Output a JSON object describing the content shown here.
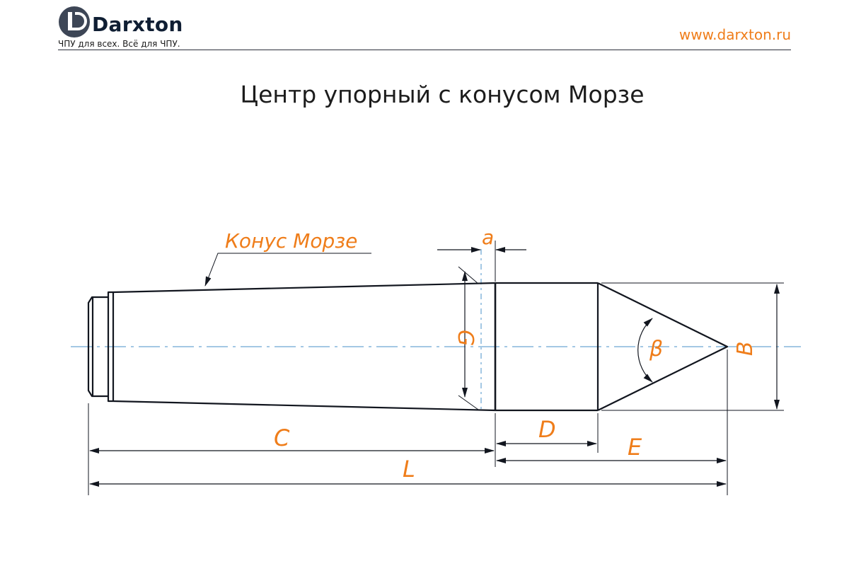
{
  "header": {
    "logo": {
      "icon": "darxton-d-logo",
      "name": "Darxton",
      "tagline": "ЧПУ для всех. Всё для ЧПУ."
    },
    "website": "www.darxton.ru"
  },
  "title": "Центр упорный с конусом Морзе",
  "diagram": {
    "callout_label": "Конус Морзе",
    "dimension_labels": {
      "a": "a",
      "G": "G",
      "beta": "β",
      "B": "B",
      "C": "C",
      "D": "D",
      "E": "E",
      "L": "L"
    }
  },
  "colors": {
    "accent": "#ef7d1a",
    "outline": "#12161f",
    "centerline": "#4a90c8",
    "logo_circle": "#3d4656"
  }
}
